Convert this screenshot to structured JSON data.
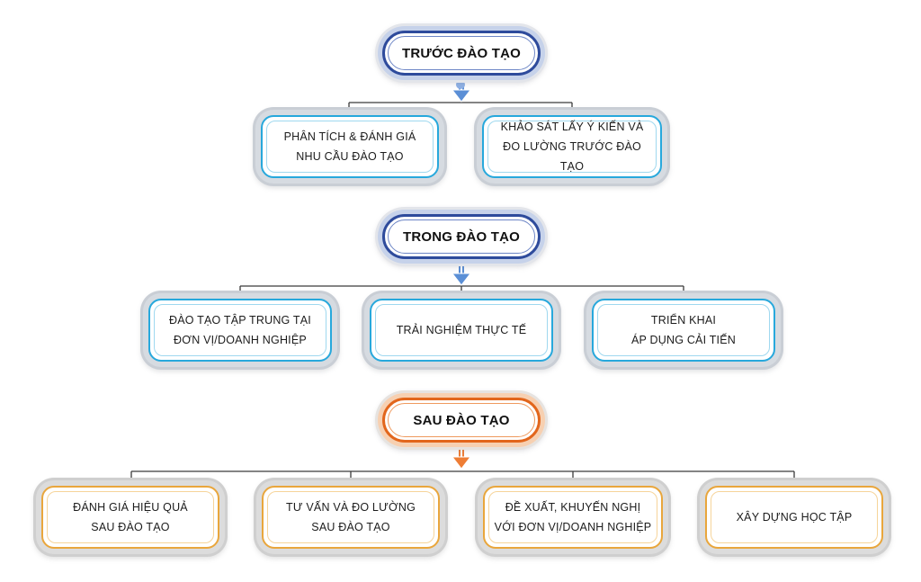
{
  "phases": [
    {
      "title": "TRƯỚC ĐÀO TẠO",
      "color": "#2e4b9c",
      "steps": [
        "PHÂN TÍCH & ĐÁNH GIÁ\nNHU CẦU ĐÀO TẠO",
        "KHẢO SÁT LẤY Ý KIẾN VÀ\nĐO LƯỜNG TRƯỚC ĐÀO TẠO"
      ]
    },
    {
      "title": "TRONG ĐÀO TẠO",
      "color": "#2e4b9c",
      "steps": [
        "ĐÀO TẠO TẬP TRUNG TẠI\nĐƠN VỊ/DOANH NGHIỆP",
        "TRẢI NGHIỆM THỰC TẾ",
        "TRIỂN KHAI\nÁP DỤNG CẢI TIẾN"
      ]
    },
    {
      "title": "SAU ĐÀO TẠO",
      "color": "#e2661c",
      "steps": [
        "ĐÁNH GIÁ HIỆU QUẢ\nSAU ĐÀO TẠO",
        "TƯ VẤN VÀ ĐO LƯỜNG\nSAU ĐÀO TẠO",
        "ĐỀ XUẤT, KHUYẾN NGHỊ\nVỚI ĐƠN VỊ/DOANH NGHIỆP",
        "XÂY DỰNG HỌC TẬP"
      ]
    }
  ],
  "colors": {
    "blue_accent": "#2e4b9c",
    "orange_accent": "#e2661c",
    "cyan_border": "#27a8dc",
    "gold_border": "#e9a63c",
    "connector": "#3a3a3a",
    "arrow_blue": "#5b8fd6",
    "arrow_orange": "#ee7d35"
  }
}
